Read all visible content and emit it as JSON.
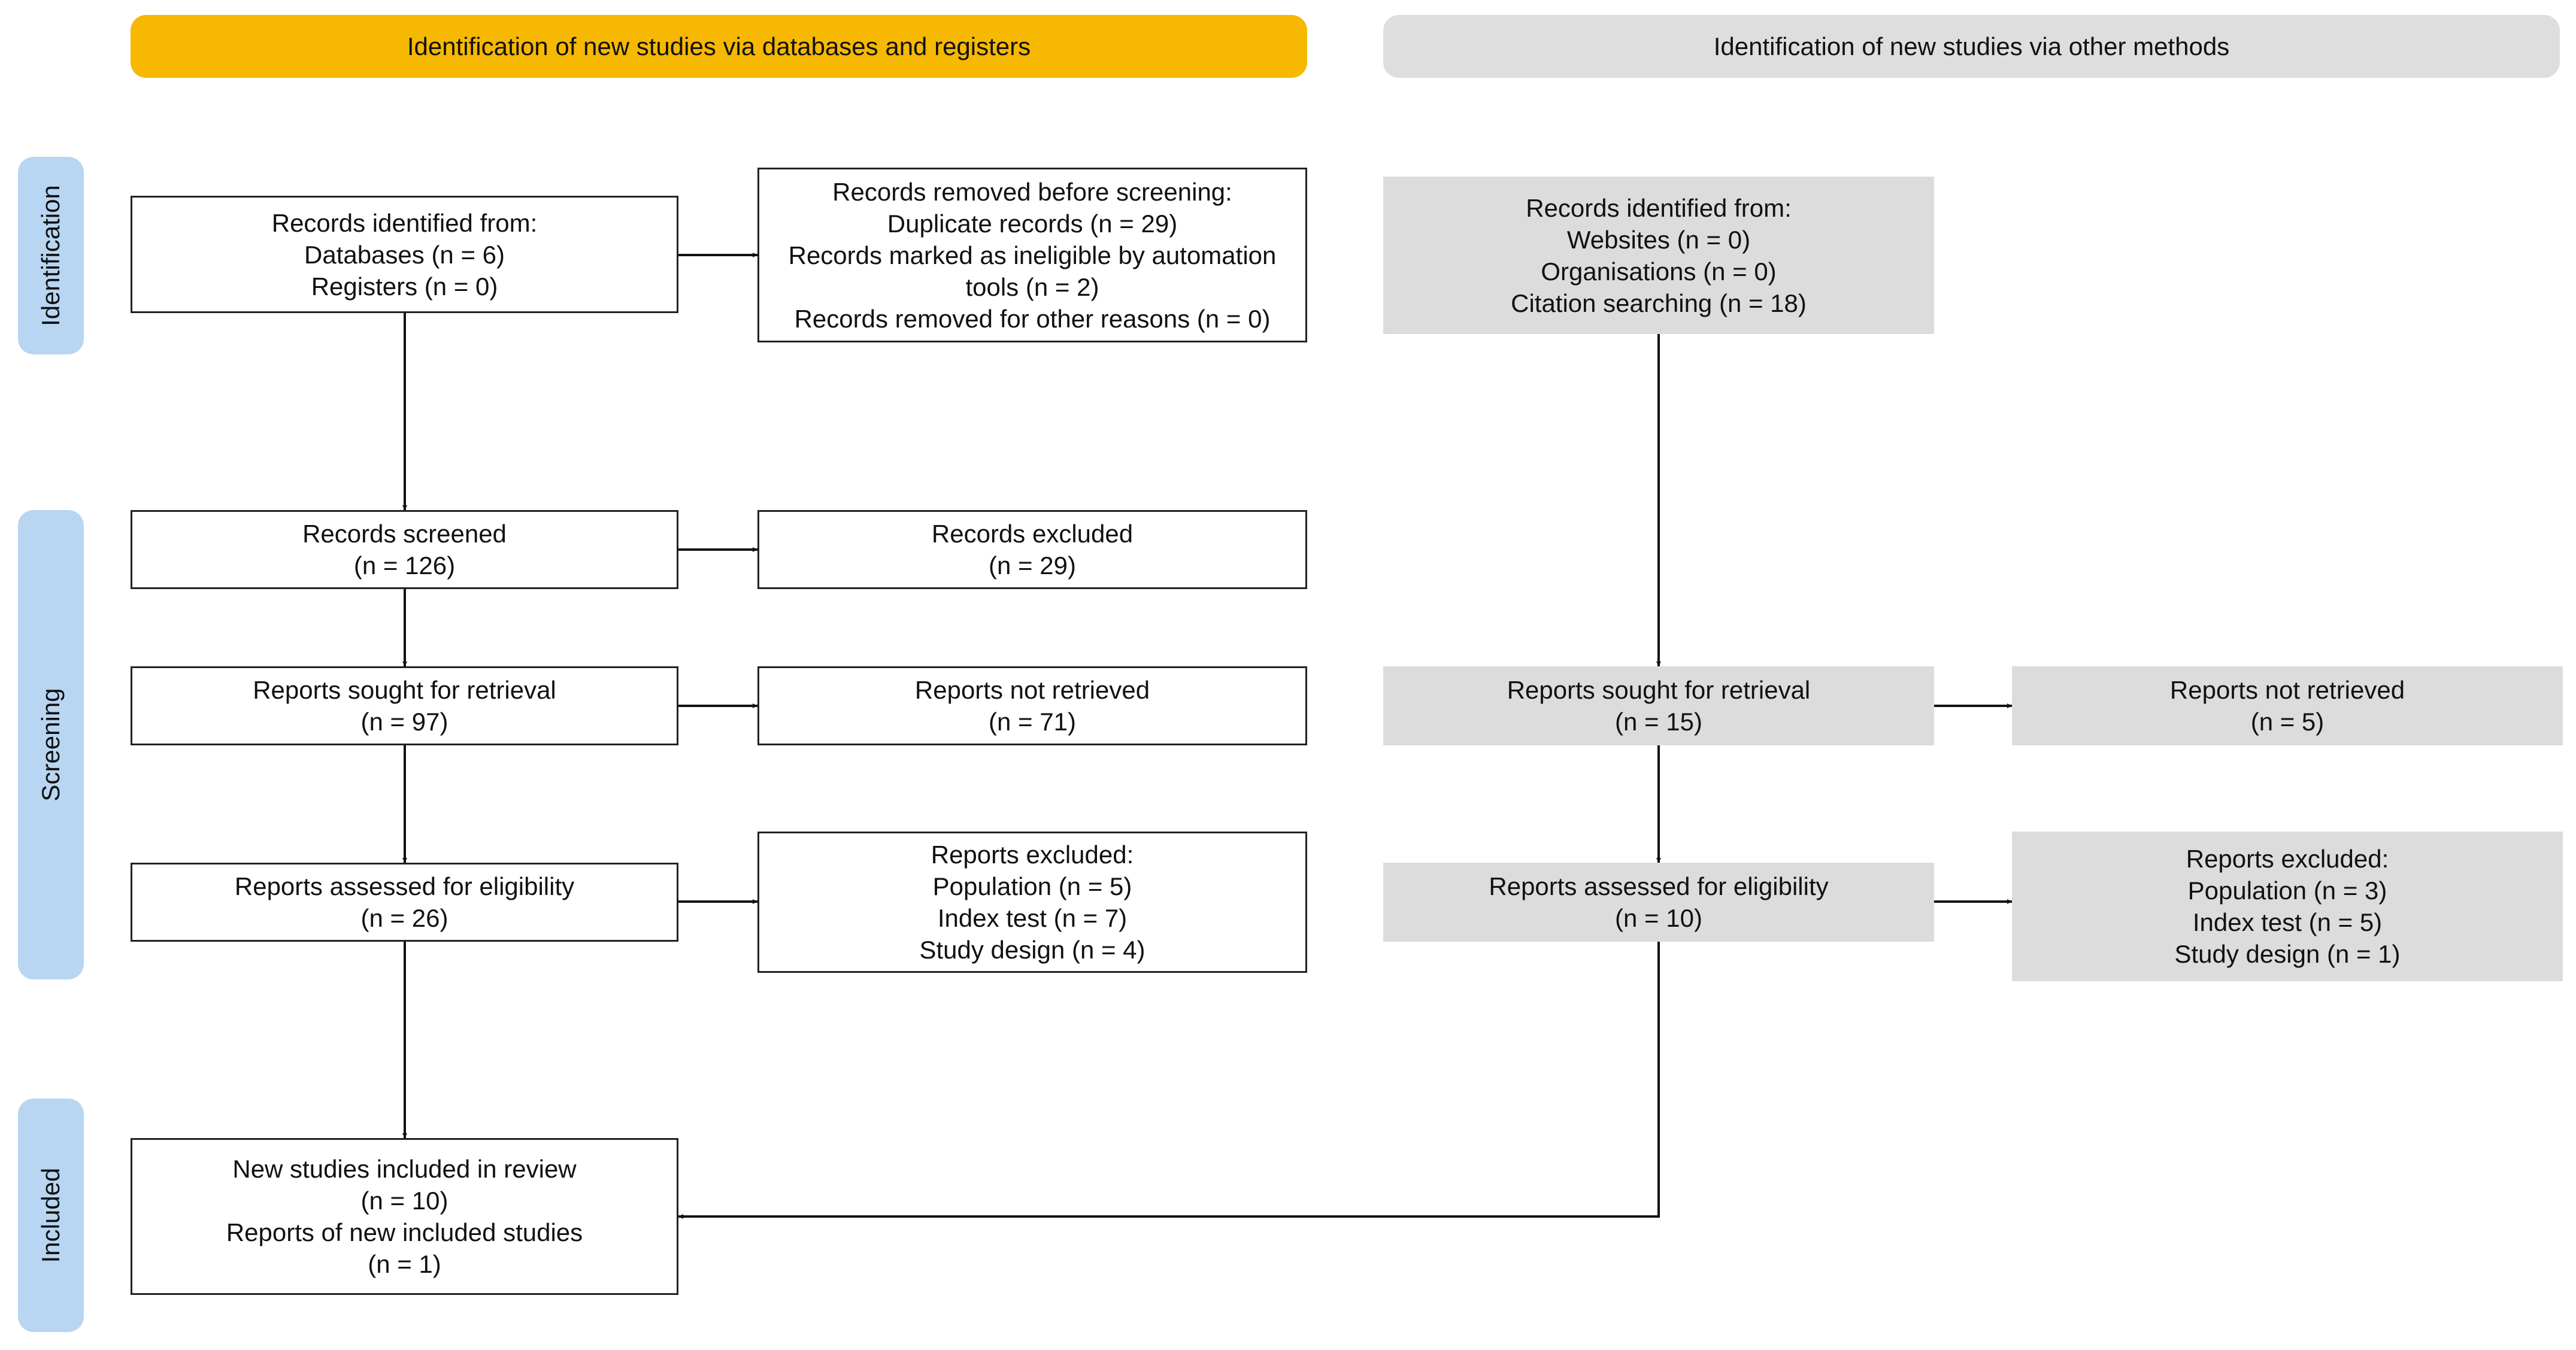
{
  "headers": {
    "databases": "Identification of new studies via databases and registers",
    "other": "Identification of new studies via other methods"
  },
  "phases": {
    "identification": "Identification",
    "screening": "Screening",
    "included": "Included"
  },
  "db": {
    "identified": [
      "Records identified from:",
      "Databases (n = 6)",
      "Registers (n = 0)"
    ],
    "removed": [
      "Records removed before screening:",
      "Duplicate records (n = 29)",
      "Records marked as ineligible by automation",
      "tools (n = 2)",
      "Records removed for other reasons (n = 0)"
    ],
    "screened": [
      "Records screened",
      "(n = 126)"
    ],
    "excluded": [
      "Records excluded",
      "(n = 29)"
    ],
    "sought": [
      "Reports sought for retrieval",
      "(n = 97)"
    ],
    "not_retrieved": [
      "Reports not retrieved",
      "(n = 71)"
    ],
    "assessed": [
      "Reports assessed for eligibility",
      "(n = 26)"
    ],
    "reports_excluded": [
      "Reports excluded:",
      "Population (n = 5)",
      "Index test (n = 7)",
      "Study design (n = 4)"
    ],
    "included": [
      "New studies included in review",
      "(n = 10)",
      "Reports of new included studies",
      "(n = 1)"
    ]
  },
  "other": {
    "identified": [
      "Records identified from:",
      "Websites (n = 0)",
      "Organisations (n = 0)",
      "Citation searching (n = 18)"
    ],
    "sought": [
      "Reports sought for retrieval",
      "(n = 15)"
    ],
    "not_retrieved": [
      "Reports not retrieved",
      "(n = 5)"
    ],
    "assessed": [
      "Reports assessed for eligibility",
      "(n = 10)"
    ],
    "reports_excluded": [
      "Reports excluded:",
      "Population (n = 3)",
      "Index test (n = 5)",
      "Study design (n = 1)"
    ]
  },
  "colors": {
    "header_left": "#f6b800",
    "header_right": "#dedede",
    "phase": "#b8d6f2",
    "grey_box": "#dcdcdc"
  }
}
